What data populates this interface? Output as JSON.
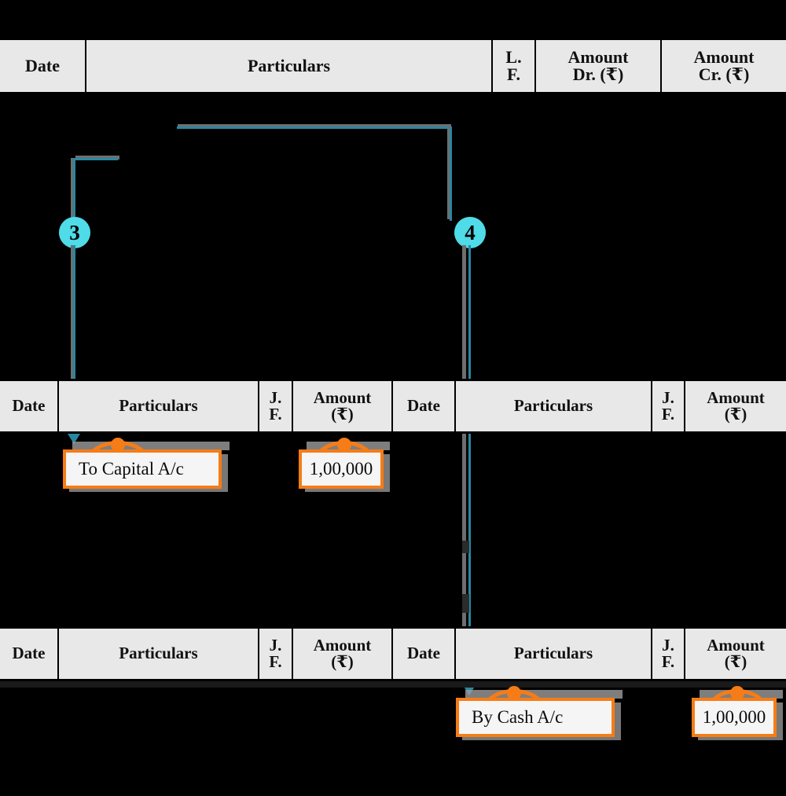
{
  "journal": {
    "name": "journal-entry-table",
    "columns": [
      {
        "label": "Date"
      },
      {
        "label": "Particulars"
      },
      {
        "label": "L.\nF."
      },
      {
        "label": "Amount\nDr. (₹)"
      },
      {
        "label": "Amount\nCr. (₹)"
      }
    ]
  },
  "ledger_cash": {
    "name": "cash-account-ledger",
    "columns": [
      {
        "label": "Date"
      },
      {
        "label": "Particulars"
      },
      {
        "label": "J.\nF."
      },
      {
        "label": "Amount\n(₹)"
      },
      {
        "label": "Date"
      },
      {
        "label": "Particulars"
      },
      {
        "label": "J.\nF."
      },
      {
        "label": "Amount\n(₹)"
      }
    ]
  },
  "ledger_capital": {
    "name": "capital-account-ledger",
    "columns": [
      {
        "label": "Date"
      },
      {
        "label": "Particulars"
      },
      {
        "label": "J.\nF."
      },
      {
        "label": "Amount\n(₹)"
      },
      {
        "label": "Date"
      },
      {
        "label": "Particulars"
      },
      {
        "label": "J.\nF."
      },
      {
        "label": "Amount\n(₹)"
      }
    ]
  },
  "steps": [
    {
      "number": "3"
    },
    {
      "number": "4"
    }
  ],
  "callouts": [
    {
      "id": "debit-particulars",
      "text": "To Capital A/c"
    },
    {
      "id": "debit-amount",
      "text": "1,00,000"
    },
    {
      "id": "credit-particulars",
      "text": "By Cash A/c"
    },
    {
      "id": "credit-amount",
      "text": "1,00,000"
    }
  ],
  "colors": {
    "connector": "#2a87a0",
    "badge": "#4fdbe8",
    "callout_border": "#f57c17",
    "table_fill": "#e8e8e8",
    "background": "#000000"
  }
}
